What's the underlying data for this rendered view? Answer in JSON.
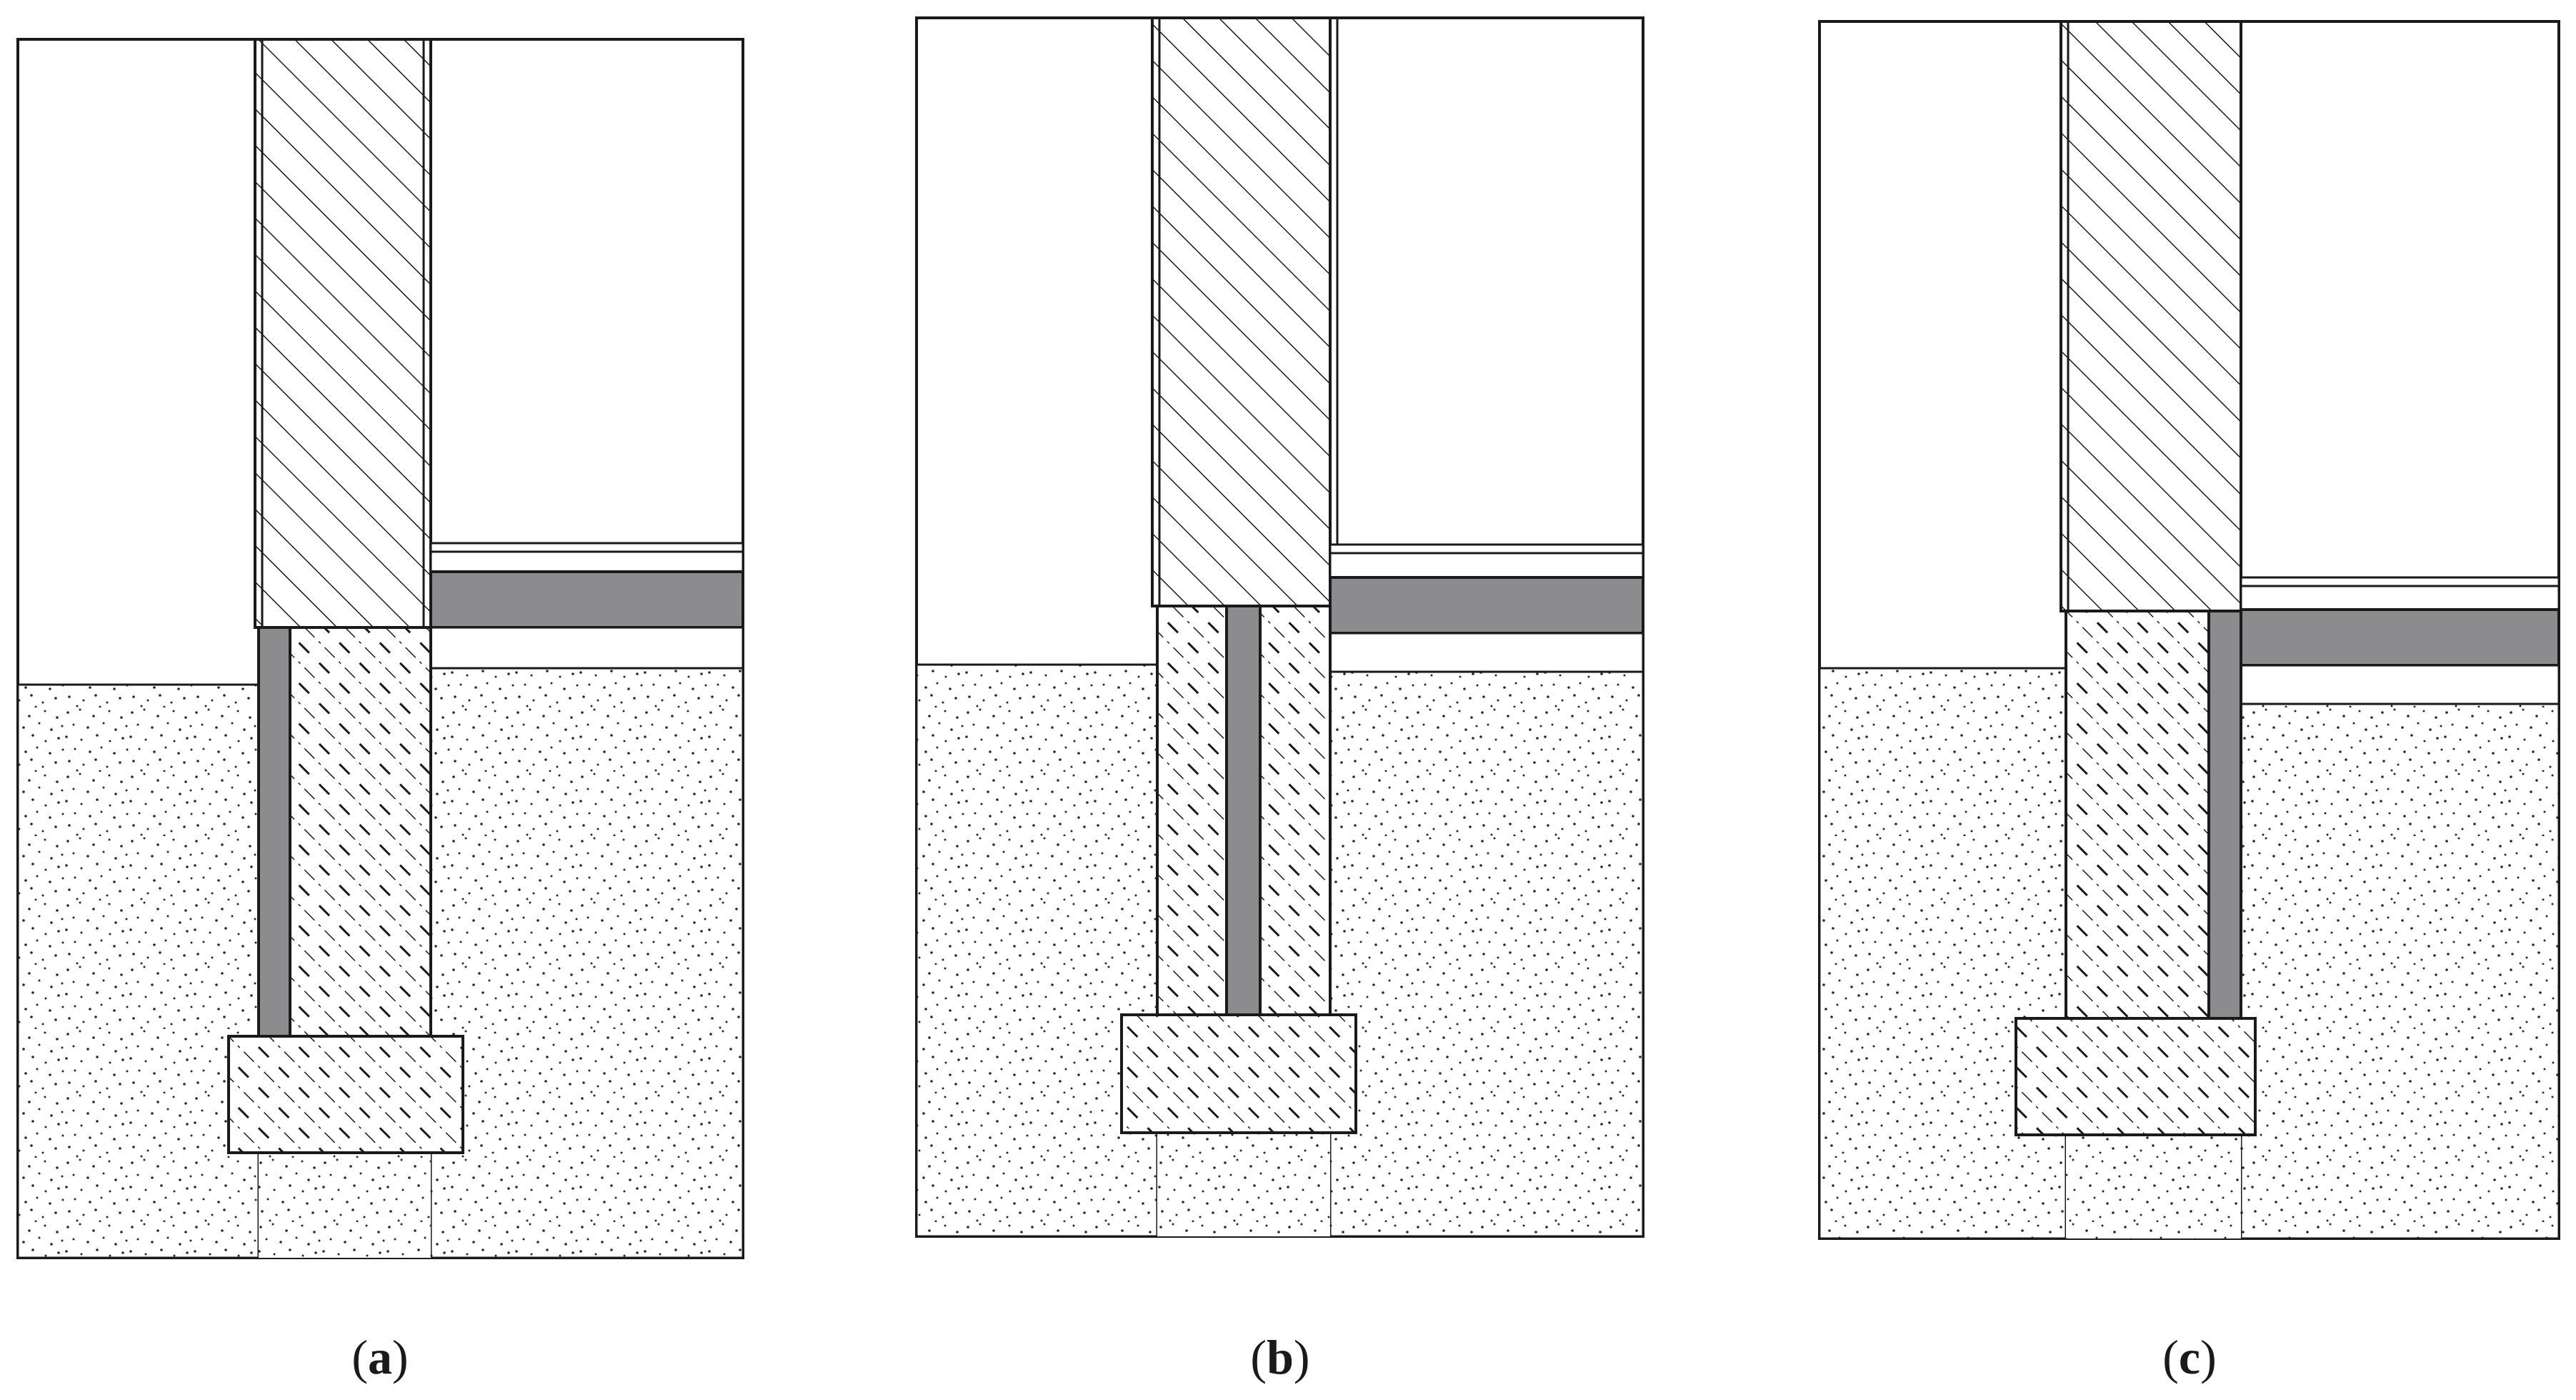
{
  "figure": {
    "panels": [
      {
        "id": "a",
        "caption_open": "(",
        "caption_letter": "a",
        "caption_close": ")"
      },
      {
        "id": "b",
        "caption_open": "(",
        "caption_letter": "b",
        "caption_close": ")"
      },
      {
        "id": "c",
        "caption_open": "(",
        "caption_letter": "c",
        "caption_close": ")"
      }
    ],
    "colors": {
      "outline": "#1a1a1a",
      "insulation": "#8c8c8e",
      "soil_dots": "#2a2a2a",
      "background": "#ffffff"
    },
    "materials": {
      "masonry_wall": "diagonal-hatch",
      "concrete_foundation": "dash-hatch",
      "soil": "stipple",
      "insulation": "solid-gray"
    }
  }
}
